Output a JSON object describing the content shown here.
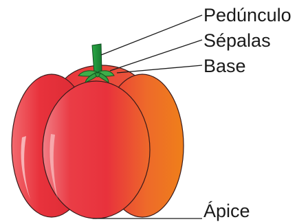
{
  "labels": {
    "peduncle": "Pedúnculo",
    "sepals": "Sépalas",
    "base": "Base",
    "apex": "Ápice"
  },
  "colors": {
    "fruit_red": "#e8323c",
    "fruit_orange": "#ef7f1a",
    "highlight": "#f7a6ad",
    "stem_green": "#1f8f3a",
    "sepal_green": "#3fae49",
    "outline": "#3a1a1a"
  }
}
